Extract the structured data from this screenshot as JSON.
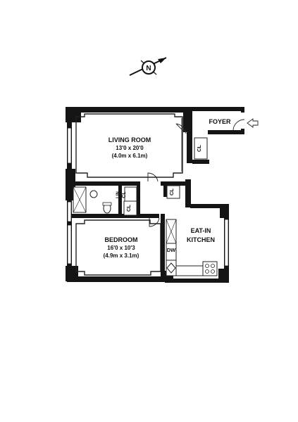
{
  "compass": {
    "label": "N"
  },
  "rooms": {
    "living": {
      "name": "LIVING ROOM",
      "dim_imperial": "13'0 x 20'0",
      "dim_metric": "(4.0m x 6.1m)"
    },
    "bedroom": {
      "name": "BEDROOM",
      "dim_imperial": "16'0 x 10'3",
      "dim_metric": "(4.9m x 3.1m)"
    },
    "kitchen": {
      "line1": "EAT-IN",
      "line2": "KITCHEN"
    },
    "foyer": {
      "name": "FOYER"
    }
  },
  "closets": {
    "foyer_cl": "CL",
    "lin_cl_line1": "LIN",
    "lin_cl_line2": "CL",
    "hall_cl_upper": "CL",
    "hall_cl_lower": "CL"
  },
  "appliances": {
    "dishwasher": "DW"
  },
  "colors": {
    "wall": "#141414",
    "line": "#222222",
    "background": "#ffffff"
  }
}
